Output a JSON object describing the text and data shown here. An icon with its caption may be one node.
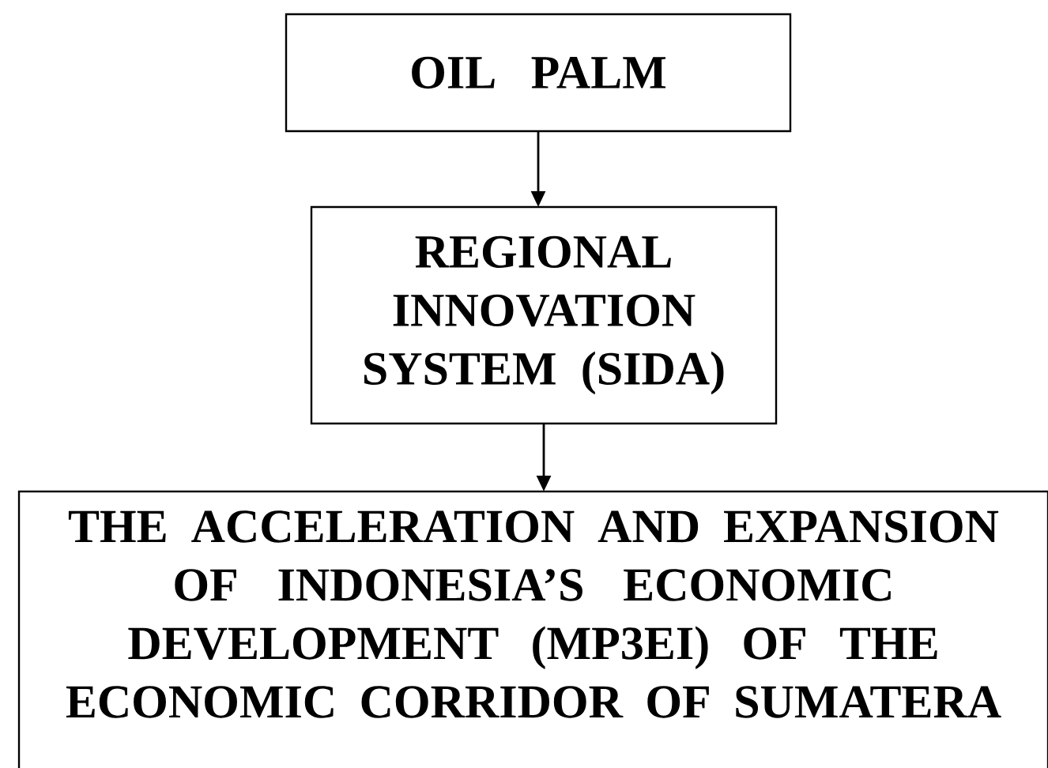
{
  "diagram": {
    "nodes": [
      {
        "text": [
          "OIL PALM"
        ]
      },
      {
        "text": [
          "REGIONAL INNOVATION SYSTEM (SIDA)"
        ]
      },
      {
        "text": [
          "THE ACCELERATION AND EXPANSION OF INDONESIA’S ECONOMIC DEVELOPMENT (MP3EI) OF THE ECONOMIC CORRIDOR OF SUMATERA"
        ]
      }
    ],
    "edges": [
      {
        "from": 0,
        "to": 1,
        "arrow": "to"
      },
      {
        "from": 1,
        "to": 2,
        "arrow": "to"
      }
    ]
  }
}
